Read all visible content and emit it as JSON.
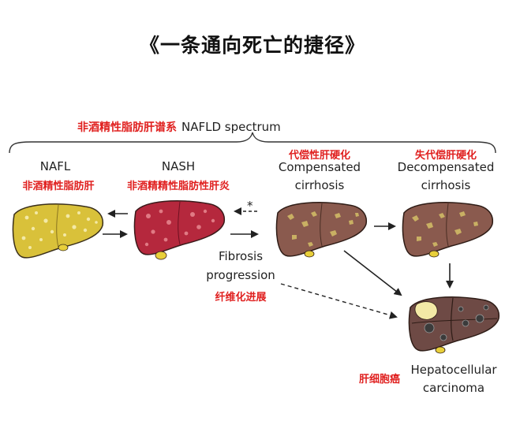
{
  "title": "《一条通向死亡的捷径》",
  "spectrum": {
    "zh": "非酒精性脂肪肝谱系",
    "en": "NAFLD spectrum"
  },
  "nafl": {
    "en": "NAFL",
    "zh": "非酒精性脂肪肝"
  },
  "nash": {
    "en": "NASH",
    "zh": "非酒精精性脂肪性肝炎"
  },
  "compensated": {
    "zh": "代偿性肝硬化",
    "en_line1": "Compensated",
    "en_line2": "cirrhosis"
  },
  "decompensated": {
    "zh": "失代偿肝硬化",
    "en_line1": "Decompensated",
    "en_line2": "cirrhosis"
  },
  "fibrosis": {
    "en_line1": "Fibrosis",
    "en_line2": "progression",
    "zh": "纤维化进展"
  },
  "hcc": {
    "zh": "肝细胞癌",
    "en_line1": "Hepatocellular",
    "en_line2": "carcinoma"
  },
  "asterisk": "*",
  "colors": {
    "nafl_fill": "#d9c13a",
    "nash_fill": "#b5283d",
    "cirrhosis_fill": "#8a5a4e",
    "hcc_fill": "#6e4a45",
    "fat_spot": "#f3e9a6",
    "scar": "#c9b063",
    "gallbladder": "#e8cf3a",
    "label_red": "#e0201f"
  }
}
